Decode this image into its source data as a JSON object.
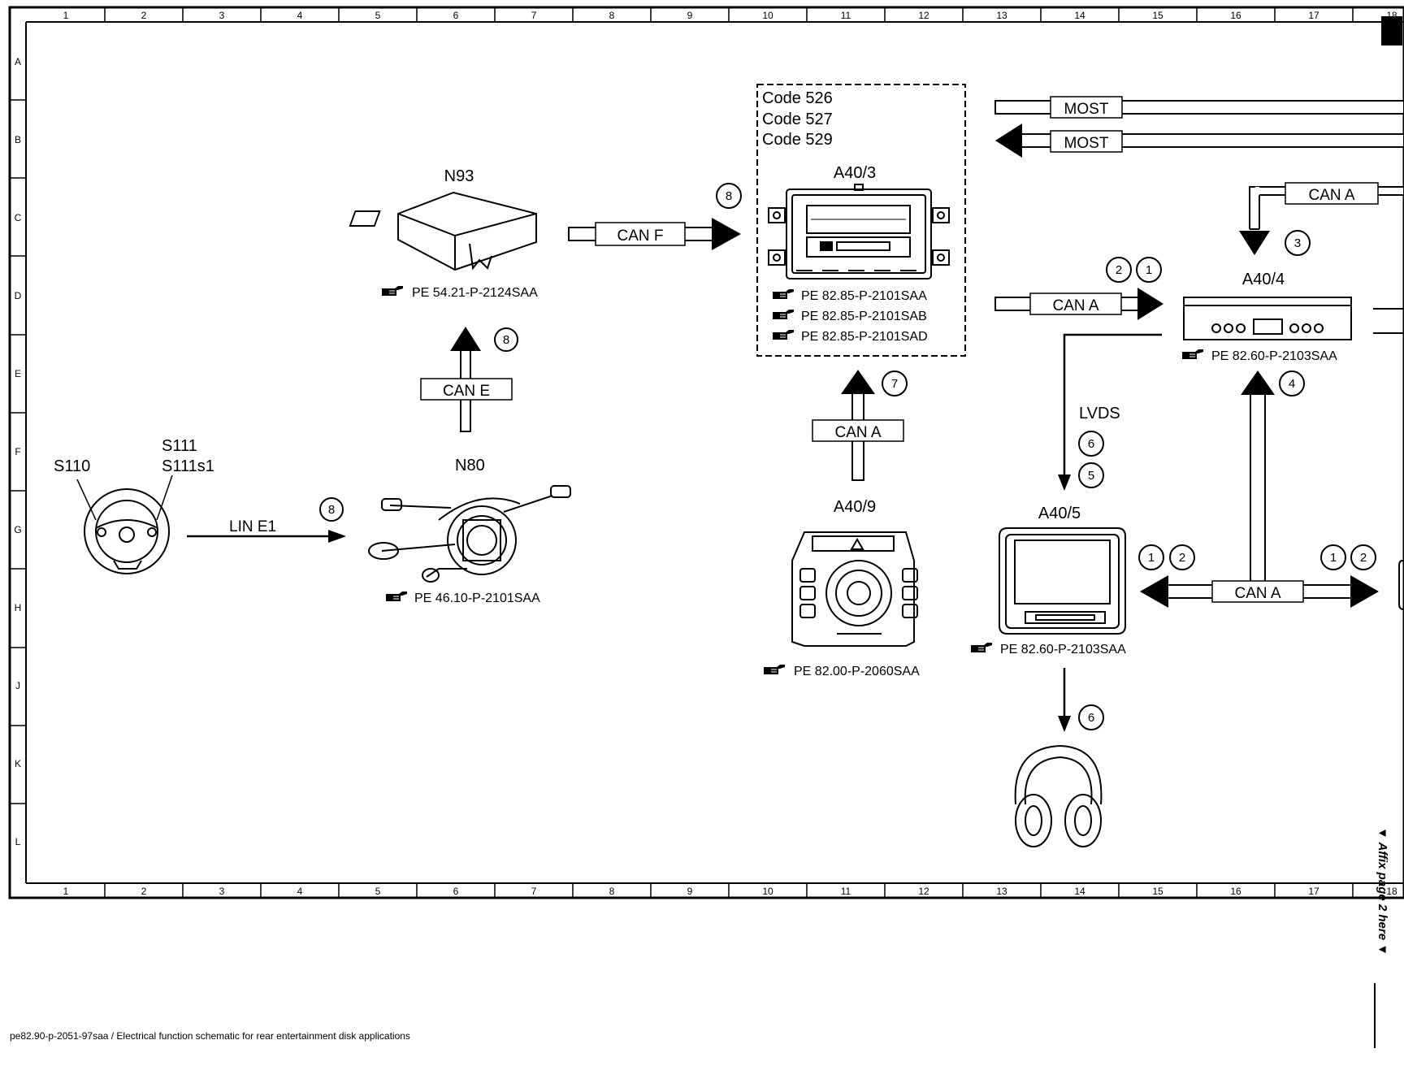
{
  "grid": {
    "columns": [
      "1",
      "2",
      "3",
      "4",
      "5",
      "6",
      "7",
      "8",
      "9",
      "10",
      "11",
      "12",
      "13",
      "14",
      "15",
      "16",
      "17",
      "18"
    ],
    "rows": [
      "A",
      "B",
      "C",
      "D",
      "E",
      "F",
      "G",
      "H",
      "J",
      "K",
      "L"
    ]
  },
  "components": {
    "steering_wheel": {
      "label_a": "S110",
      "label_b": "S111",
      "label_c": "S111s1"
    },
    "n80": {
      "label": "N80",
      "ref": "PE 46.10-P-2101SAA"
    },
    "n93": {
      "label": "N93",
      "ref": "PE 54.21-P-2124SAA"
    },
    "a40_3": {
      "label": "A40/3",
      "codes": [
        "Code 526",
        "Code 527",
        "Code 529"
      ],
      "refs": [
        "PE 82.85-P-2101SAA",
        "PE 82.85-P-2101SAB",
        "PE 82.85-P-2101SAD"
      ]
    },
    "a40_9": {
      "label": "A40/9",
      "ref": "PE 82.00-P-2060SAA"
    },
    "a40_4": {
      "label": "A40/4",
      "ref": "PE 82.60-P-2103SAA"
    },
    "a40_5": {
      "label": "A40/5",
      "ref": "PE 82.60-P-2103SAA"
    }
  },
  "buses": {
    "lin_e1": "LIN E1",
    "can_e": "CAN E",
    "can_f": "CAN F",
    "can_a_a409": "CAN A",
    "can_a_a403": "CAN A",
    "can_a_top": "CAN A",
    "can_a_a405": "CAN A",
    "most_1": "MOST",
    "most_2": "MOST",
    "lvds": "LVDS"
  },
  "markers": {
    "lin": "8",
    "can_e": "8",
    "can_f": "8",
    "a409": "7",
    "a403_out_a": "2",
    "a403_out_b": "1",
    "a404_in": "3",
    "a404_out": "4",
    "lvds_a": "6",
    "lvds_b": "5",
    "a405_left_a": "1",
    "a405_left_b": "2",
    "a405_right_a": "1",
    "a405_right_b": "2",
    "headphones": "6"
  },
  "side_note": "▼ Affix page 2 here ▼",
  "footer": "pe82.90-p-2051-97saa / Electrical function schematic for rear entertainment disk applications"
}
